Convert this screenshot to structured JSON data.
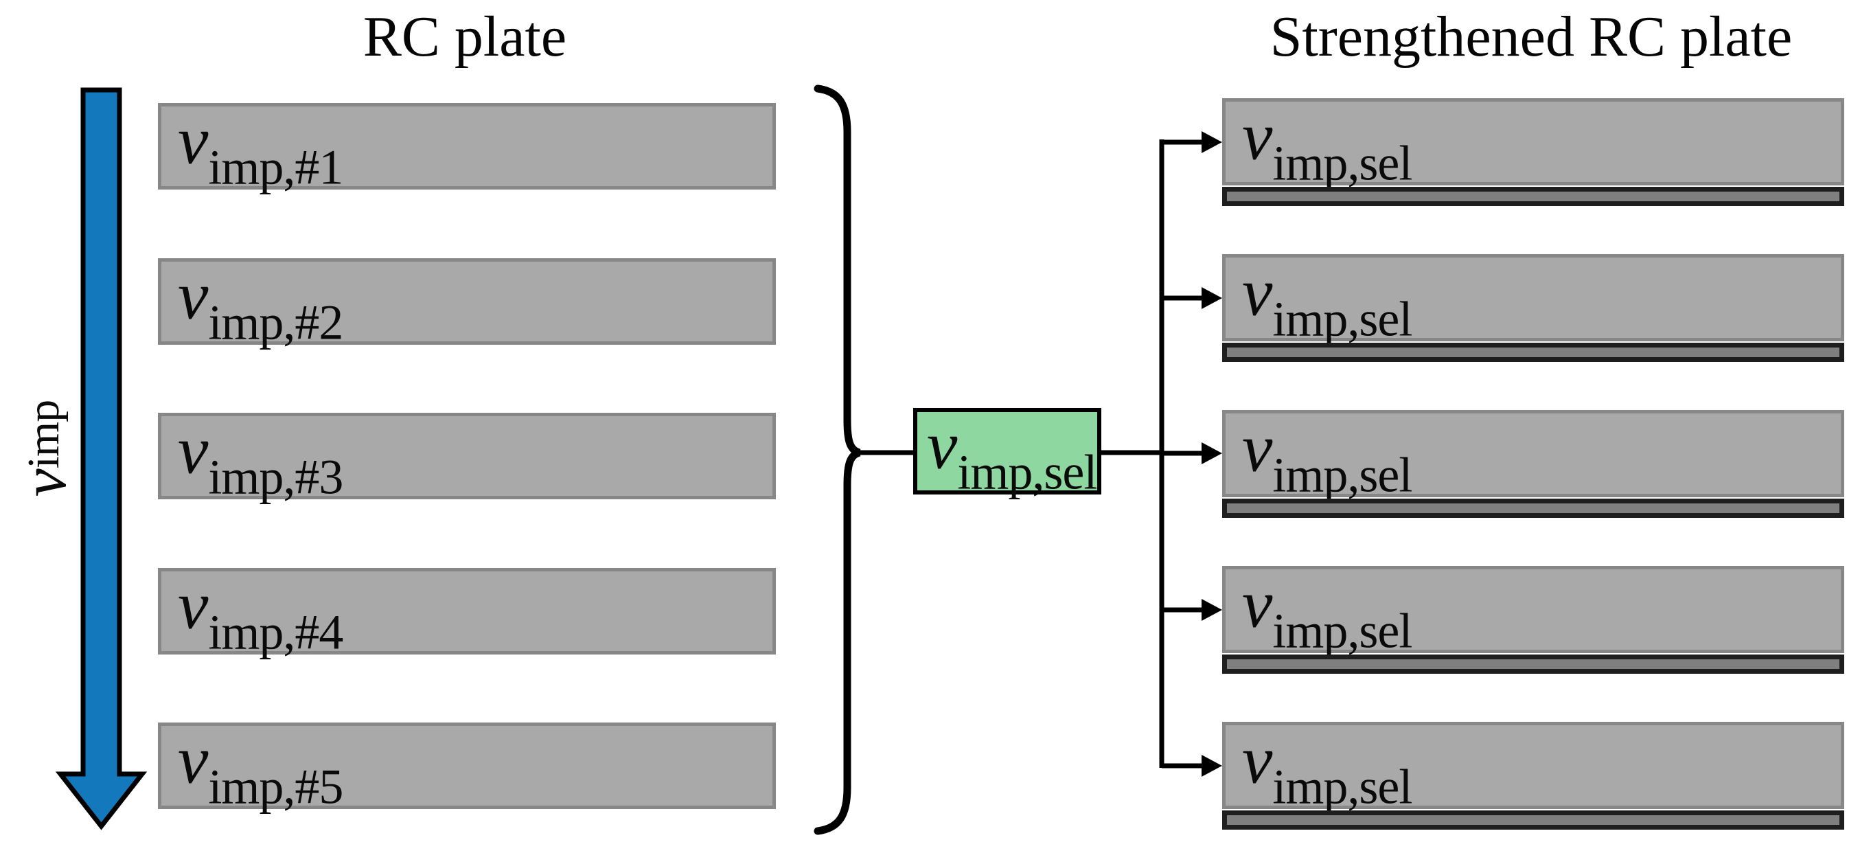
{
  "diagram": {
    "left": {
      "title": "RC plate",
      "axis_label": {
        "var": "v",
        "sub": "imp"
      },
      "plates": [
        {
          "var": "v",
          "sub": "imp,#1"
        },
        {
          "var": "v",
          "sub": "imp,#2"
        },
        {
          "var": "v",
          "sub": "imp,#3"
        },
        {
          "var": "v",
          "sub": "imp,#4"
        },
        {
          "var": "v",
          "sub": "imp,#5"
        }
      ]
    },
    "selector": {
      "var": "v",
      "sub": "imp,sel"
    },
    "right": {
      "title": "Strengthened RC plate",
      "plates": [
        {
          "var": "v",
          "sub": "imp,sel"
        },
        {
          "var": "v",
          "sub": "imp,sel"
        },
        {
          "var": "v",
          "sub": "imp,sel"
        },
        {
          "var": "v",
          "sub": "imp,sel"
        },
        {
          "var": "v",
          "sub": "imp,sel"
        }
      ]
    },
    "colors": {
      "plate_fill": "#a9a9a9",
      "plate_border": "#878787",
      "strengthening_strip_fill": "#7f7f7f",
      "strengthening_strip_border": "#1e1e1e",
      "selector_fill": "#8ed7a1",
      "impact_arrow_blue": "#1478bd",
      "line_black": "#000000"
    }
  }
}
